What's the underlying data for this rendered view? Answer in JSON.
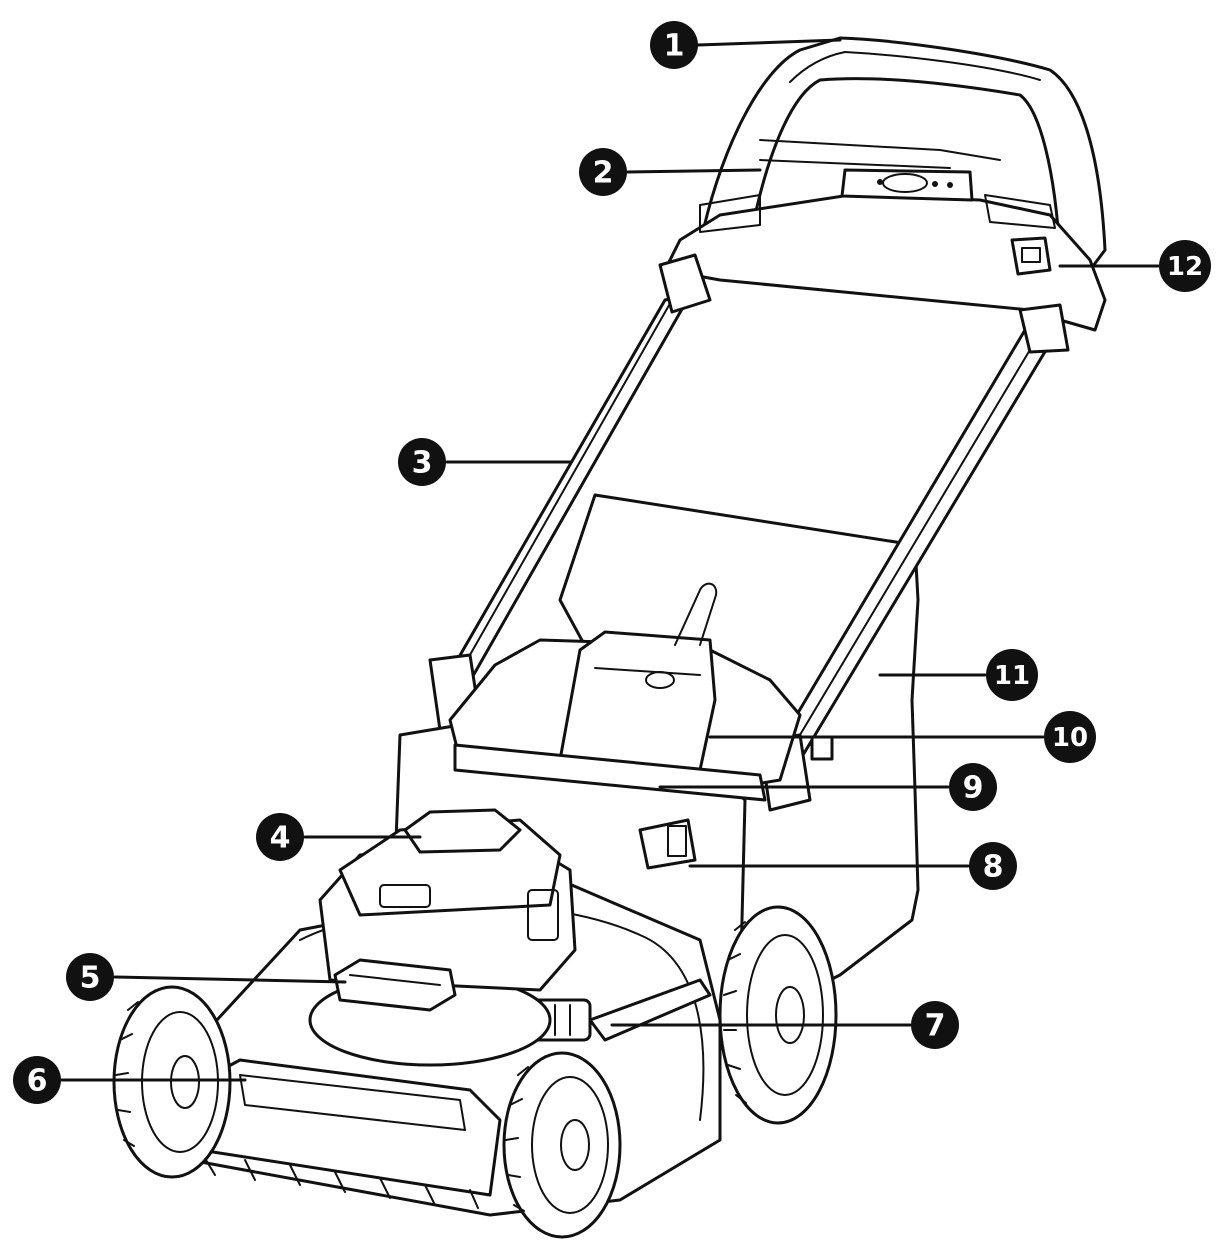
{
  "callouts": [
    {
      "num": "1"
    },
    {
      "num": "2"
    },
    {
      "num": "3"
    },
    {
      "num": "4"
    },
    {
      "num": "5"
    },
    {
      "num": "6"
    },
    {
      "num": "7"
    },
    {
      "num": "8"
    },
    {
      "num": "9"
    },
    {
      "num": "10"
    },
    {
      "num": "11"
    },
    {
      "num": "12"
    }
  ],
  "colors": {
    "line": "#111111",
    "background": "#ffffff",
    "badge": "#111111",
    "badge_text": "#ffffff"
  }
}
